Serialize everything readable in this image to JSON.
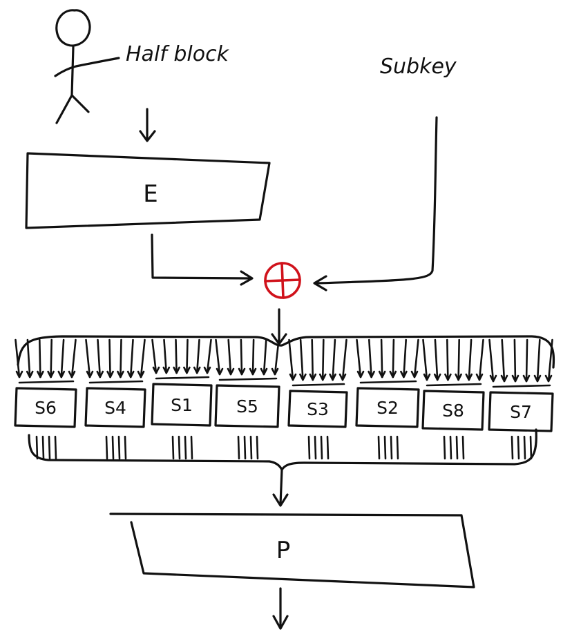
{
  "labels": {
    "half_block": "Half block",
    "subkey": "Subkey",
    "expansion": "E",
    "permutation": "P"
  },
  "sboxes": [
    "S6",
    "S4",
    "S1",
    "S5",
    "S3",
    "S2",
    "S8",
    "S7"
  ],
  "colors": {
    "ink": "#111111",
    "xor": "#d0121b",
    "background": "#ffffff"
  },
  "icons": {
    "person": "stick-figure-icon",
    "xor": "xor-circle-plus-icon"
  }
}
